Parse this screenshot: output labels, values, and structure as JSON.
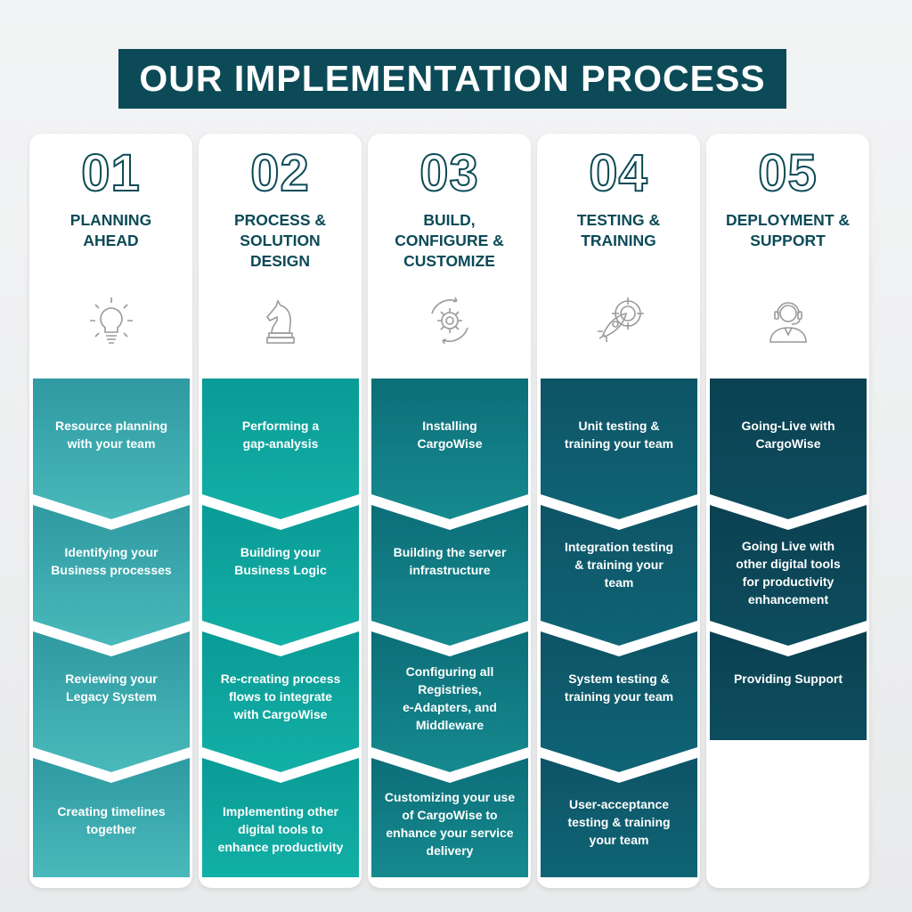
{
  "title": "OUR IMPLEMENTATION PROCESS",
  "columns": [
    {
      "number": "01",
      "title": "PLANNING\nAHEAD",
      "icon": "lightbulb-icon",
      "steps": [
        "Resource planning\nwith your team",
        "Identifying your\nBusiness processes",
        "Reviewing your\nLegacy System",
        "Creating timelines\ntogether"
      ]
    },
    {
      "number": "02",
      "title": "PROCESS &\nSOLUTION\nDESIGN",
      "icon": "chess-knight-icon",
      "steps": [
        "Performing a\ngap-analysis",
        "Building your\nBusiness Logic",
        "Re-creating process\nflows to integrate\nwith CargoWise",
        "Implementing other\ndigital tools to\nenhance productivity"
      ]
    },
    {
      "number": "03",
      "title": "BUILD,\nCONFIGURE &\nCUSTOMIZE",
      "icon": "gear-cycle-icon",
      "steps": [
        "Installing\nCargoWise",
        "Building the server\ninfrastructure",
        "Configuring all\nRegistries,\ne-Adapters, and\nMiddleware",
        "Customizing your use\nof CargoWise to\nenhance your service\ndelivery"
      ]
    },
    {
      "number": "04",
      "title": "TESTING &\nTRAINING",
      "icon": "rocket-target-icon",
      "steps": [
        "Unit testing &\ntraining your team",
        "Integration testing\n& training your\nteam",
        "System testing &\ntraining your team",
        "User-acceptance\ntesting & training\nyour team"
      ]
    },
    {
      "number": "05",
      "title": "DEPLOYMENT &\nSUPPORT",
      "icon": "support-agent-icon",
      "steps": [
        "Going-Live with\nCargoWise",
        "Going Live with\nother digital tools\nfor productivity\nenhancement",
        "Providing Support"
      ]
    }
  ],
  "colors": {
    "banner": "#0c4a57",
    "title_text": "#0c4a57",
    "col1": "#3aa9ad",
    "col2": "#0aa79f",
    "col3": "#117a82",
    "col4": "#0e5d6d",
    "col5": "#0c4a57"
  }
}
